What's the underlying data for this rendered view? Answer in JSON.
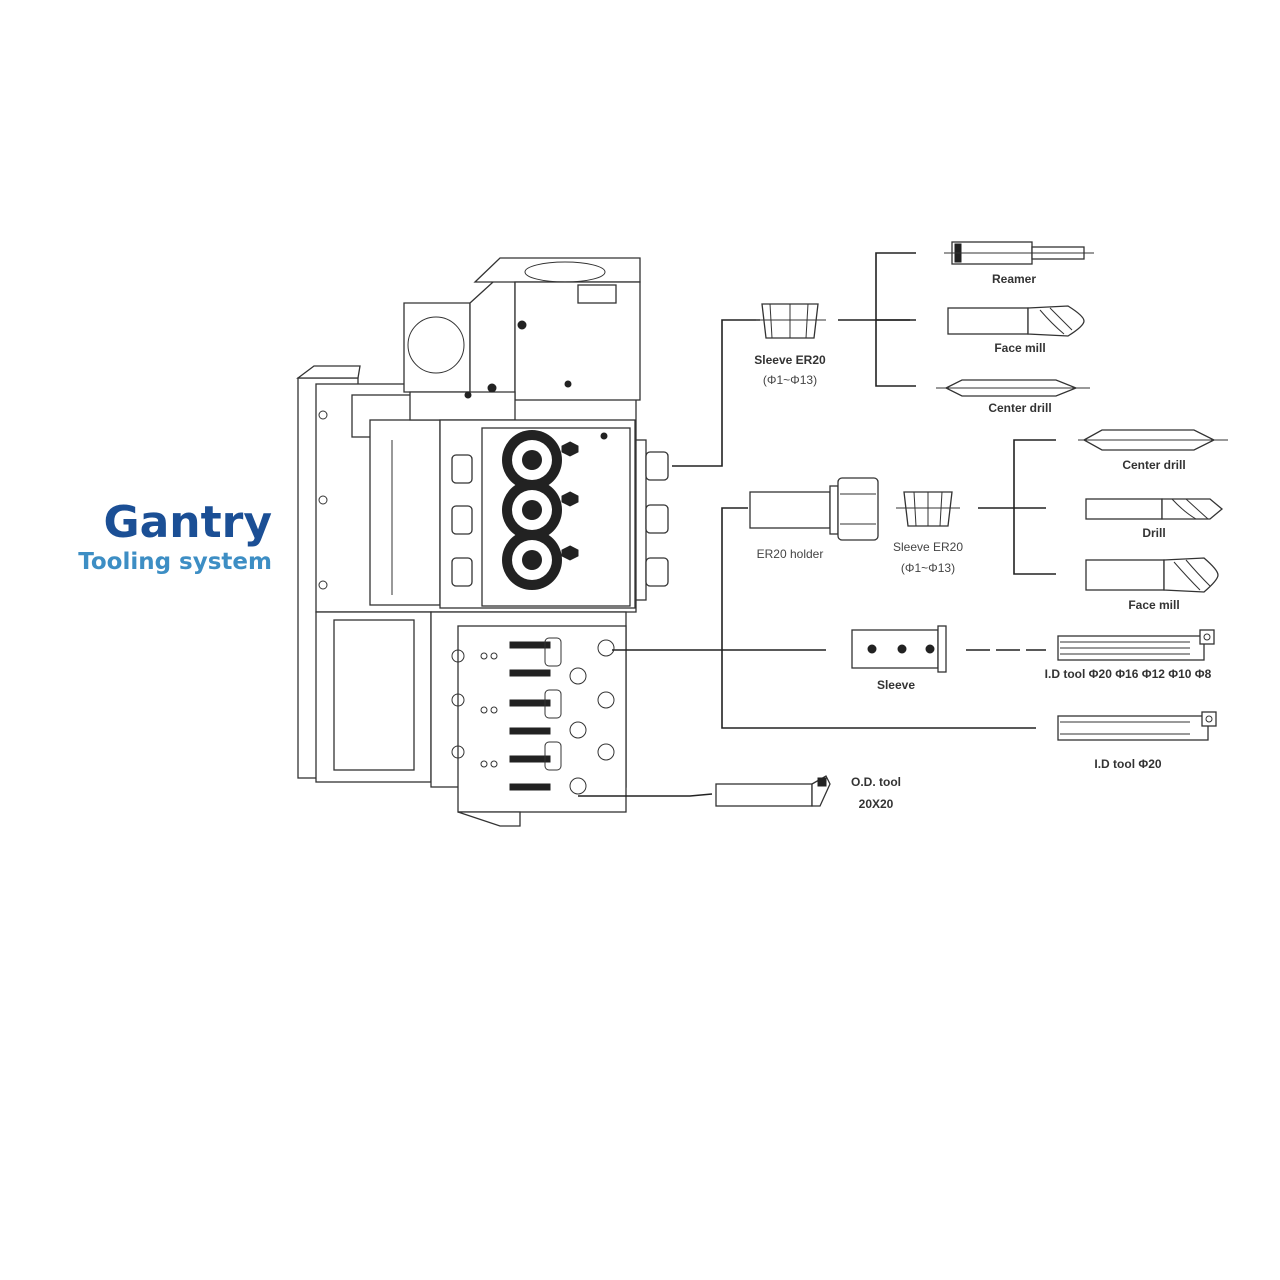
{
  "title": {
    "main": "Gantry",
    "sub": "Tooling system"
  },
  "labels": {
    "reamer": "Reamer",
    "face_mill_top": "Face mill",
    "center_drill_top": "Center drill",
    "sleeve_er20_top": "Sleeve ER20",
    "sleeve_er20_top_range": "(Φ1~Φ13)",
    "center_drill_mid": "Center drill",
    "drill": "Drill",
    "face_mill_mid": "Face mill",
    "er20_holder": "ER20 holder",
    "sleeve_er20_mid": "Sleeve ER20",
    "sleeve_er20_mid_range": "(Φ1~Φ13)",
    "sleeve": "Sleeve",
    "id_tool_multi": "I.D tool Φ20 Φ16 Φ12 Φ10 Φ8",
    "id_tool_20": "I.D tool Φ20",
    "od_tool": "O.D. tool",
    "od_tool_size": "20X20"
  },
  "colors": {
    "title_main": "#1b4f95",
    "title_sub": "#3d8ec4",
    "line": "#222222"
  }
}
